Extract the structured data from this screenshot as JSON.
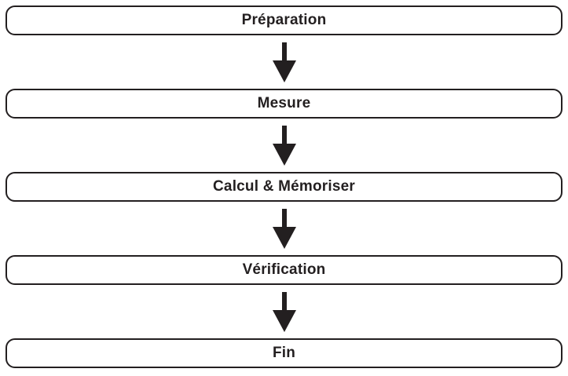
{
  "diagram": {
    "type": "flowchart",
    "direction": "top-to-bottom",
    "steps": [
      {
        "label": "Préparation"
      },
      {
        "label": "Mesure"
      },
      {
        "label": "Calcul & Mémoriser"
      },
      {
        "label": "Vérification"
      },
      {
        "label": "Fin"
      }
    ],
    "connector": "down-arrow",
    "colors": {
      "outline": "#231f20",
      "text": "#231f20",
      "arrow": "#231f20",
      "background": "#ffffff"
    }
  }
}
